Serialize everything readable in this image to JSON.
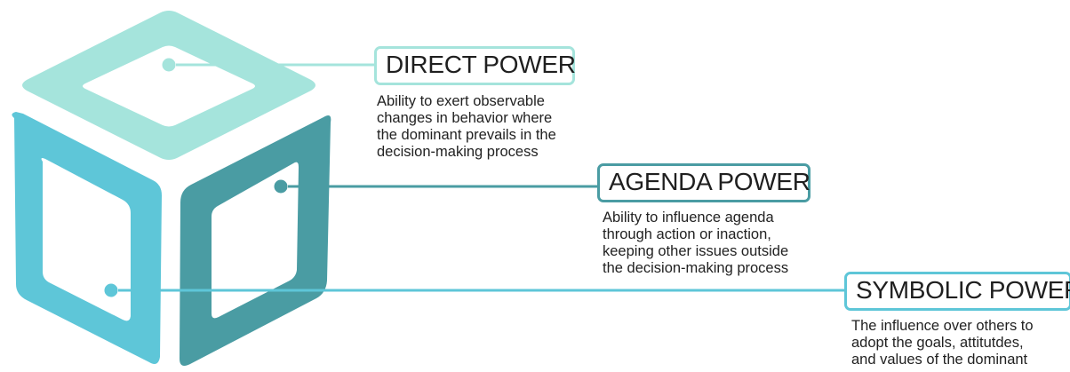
{
  "colors": {
    "top_face": "#a5e4dc",
    "left_face": "#5ec6d8",
    "right_face": "#4a9ca3",
    "direct_accent": "#a5e4dc",
    "agenda_accent": "#4a9ca3",
    "symbolic_accent": "#5ec6d8",
    "text": "#222222"
  },
  "direct": {
    "title": "DIRECT POWER",
    "desc_lines": [
      "Ability to exert observable",
      "changes in behavior where",
      "the dominant prevails in the",
      "decision-making process"
    ]
  },
  "agenda": {
    "title": "AGENDA POWER",
    "desc_lines": [
      "Ability to influence agenda",
      "through action or inaction,",
      "keeping other issues outside",
      "the decision-making process"
    ]
  },
  "symbolic": {
    "title": "SYMBOLIC POWER",
    "desc_lines": [
      "The influence over others to",
      "adopt the goals, attitutdes,",
      "and values of the dominant"
    ]
  }
}
